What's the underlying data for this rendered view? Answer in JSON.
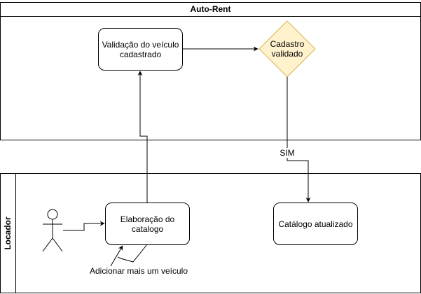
{
  "pools": {
    "top": {
      "title": "Auto-Rent"
    },
    "bottom": {
      "title": "Locador"
    }
  },
  "nodes": {
    "validacao": {
      "label": "Validação do veículo cadastrado"
    },
    "decisao": {
      "label": "Cadastro validado"
    },
    "elaboracao": {
      "label": "Elaboração do catalogo"
    },
    "catalogo": {
      "label": "Catálogo atualizado"
    }
  },
  "edges": {
    "sim": {
      "label": "SIM"
    },
    "loop": {
      "label": "Adicionar mais um veículo"
    }
  },
  "colors": {
    "decision_fill": "#fff2cc",
    "decision_stroke": "#d6b656",
    "stroke": "#000000"
  }
}
